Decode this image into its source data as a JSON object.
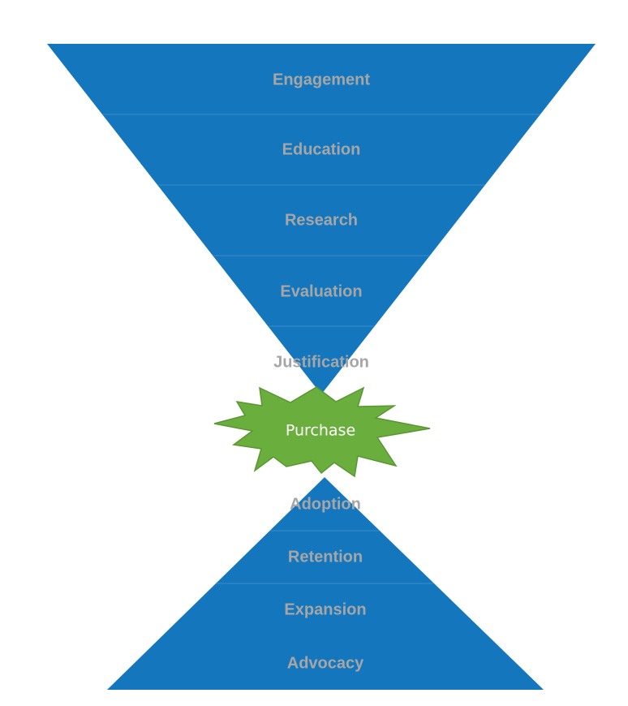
{
  "diagram": {
    "top_funnel": {
      "stages": [
        "Engagement",
        "Education",
        "Research",
        "Evaluation",
        "Justification"
      ]
    },
    "center": {
      "label": "Purchase"
    },
    "bottom_funnel": {
      "stages": [
        "Adoption",
        "Retention",
        "Expansion",
        "Advocacy"
      ]
    },
    "colors": {
      "funnel_fill": "#1477BE",
      "divider": "#3A8CC9",
      "stage_text": "#A6A6A6",
      "burst_fill": "#6AAE3D",
      "burst_stroke": "#5A9732",
      "burst_text": "#FFFFFF"
    }
  }
}
